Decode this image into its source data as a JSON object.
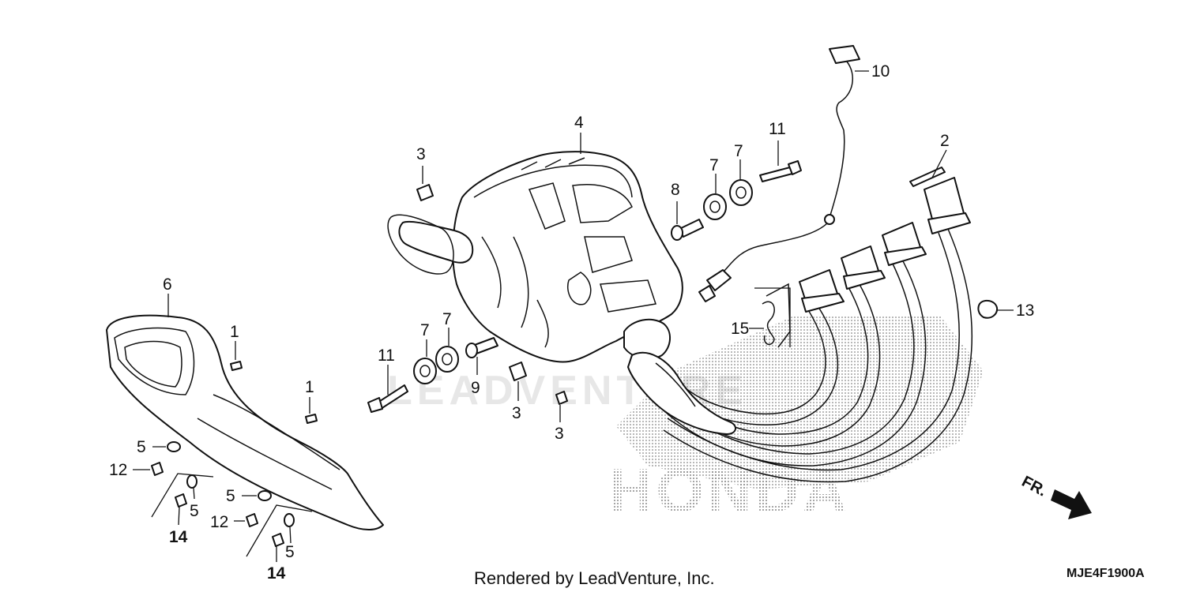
{
  "diagram": {
    "callouts": [
      {
        "id": "c1a",
        "text": "1"
      },
      {
        "id": "c1b",
        "text": "1"
      },
      {
        "id": "c2",
        "text": "2"
      },
      {
        "id": "c3a",
        "text": "3"
      },
      {
        "id": "c3b",
        "text": "3"
      },
      {
        "id": "c3c",
        "text": "3"
      },
      {
        "id": "c4",
        "text": "4"
      },
      {
        "id": "c5a",
        "text": "5"
      },
      {
        "id": "c5b",
        "text": "5"
      },
      {
        "id": "c5c",
        "text": "5"
      },
      {
        "id": "c5d",
        "text": "5"
      },
      {
        "id": "c6",
        "text": "6"
      },
      {
        "id": "c7a",
        "text": "7"
      },
      {
        "id": "c7b",
        "text": "7"
      },
      {
        "id": "c7c",
        "text": "7"
      },
      {
        "id": "c7d",
        "text": "7"
      },
      {
        "id": "c8",
        "text": "8"
      },
      {
        "id": "c9",
        "text": "9"
      },
      {
        "id": "c10",
        "text": "10"
      },
      {
        "id": "c11a",
        "text": "11"
      },
      {
        "id": "c11b",
        "text": "11"
      },
      {
        "id": "c12a",
        "text": "12"
      },
      {
        "id": "c12b",
        "text": "12"
      },
      {
        "id": "c13",
        "text": "13"
      },
      {
        "id": "c14a",
        "text": "14"
      },
      {
        "id": "c14b",
        "text": "14"
      },
      {
        "id": "c15",
        "text": "15"
      }
    ],
    "watermark_brand": "HONDA",
    "watermark_vendor": "LEADVENTURE",
    "direction_label": "FR.",
    "footer_credit": "Rendered by LeadVenture, Inc.",
    "diagram_code": "MJE4F1900A"
  },
  "colors": {
    "line": "#111111",
    "background": "#ffffff",
    "watermark": "#9a9a9a"
  }
}
